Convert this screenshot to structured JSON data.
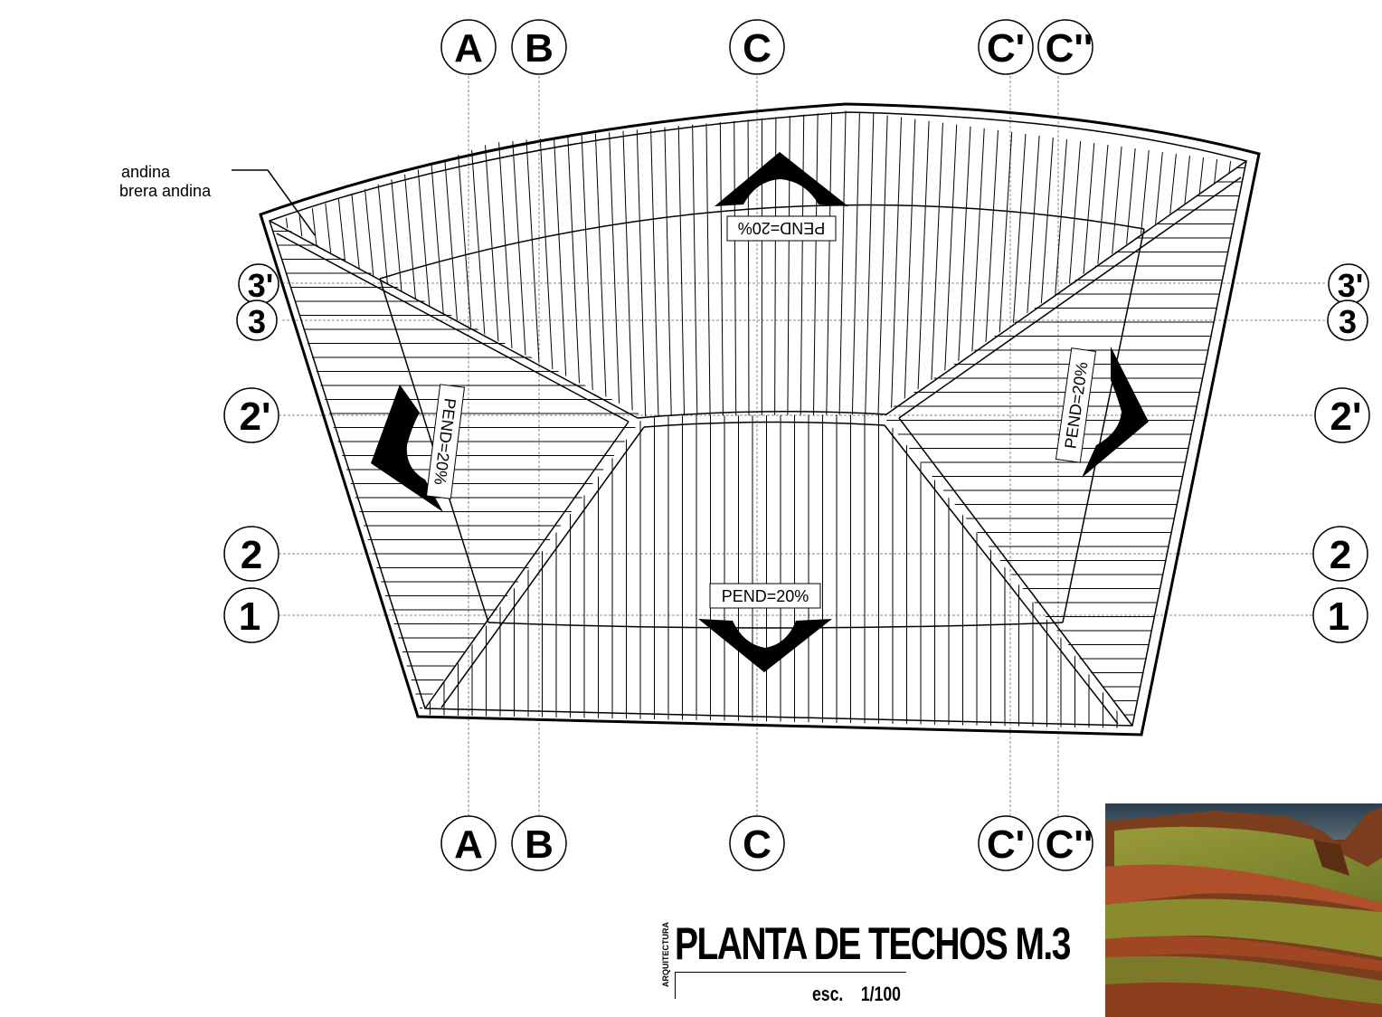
{
  "grid_columns": [
    {
      "id": "col-a",
      "label": "A"
    },
    {
      "id": "col-b",
      "label": "B"
    },
    {
      "id": "col-c",
      "label": "C"
    },
    {
      "id": "col-c1",
      "label": "C'"
    },
    {
      "id": "col-c2",
      "label": "C''"
    }
  ],
  "grid_rows": [
    {
      "id": "row-3p",
      "label": "3'"
    },
    {
      "id": "row-3",
      "label": "3"
    },
    {
      "id": "row-2p",
      "label": "2'"
    },
    {
      "id": "row-2",
      "label": "2"
    },
    {
      "id": "row-1",
      "label": "1"
    }
  ],
  "slope_labels": {
    "top": "PEND=20%",
    "left": "PEND=20%",
    "right": "PEND=20%",
    "bottom": "PEND=20%"
  },
  "note": {
    "line1": "andina",
    "line2": "brera andina"
  },
  "title": {
    "main": "PLANTA DE TECHOS M.3",
    "side": "ARQUITECTURA",
    "scale_label": "esc.",
    "scale_value": "1/100"
  },
  "colors": {
    "line": "#000000",
    "grid_line": "#8a8a8a",
    "photo_grass": "#8a8a2e",
    "photo_rock": "#b0502a"
  }
}
